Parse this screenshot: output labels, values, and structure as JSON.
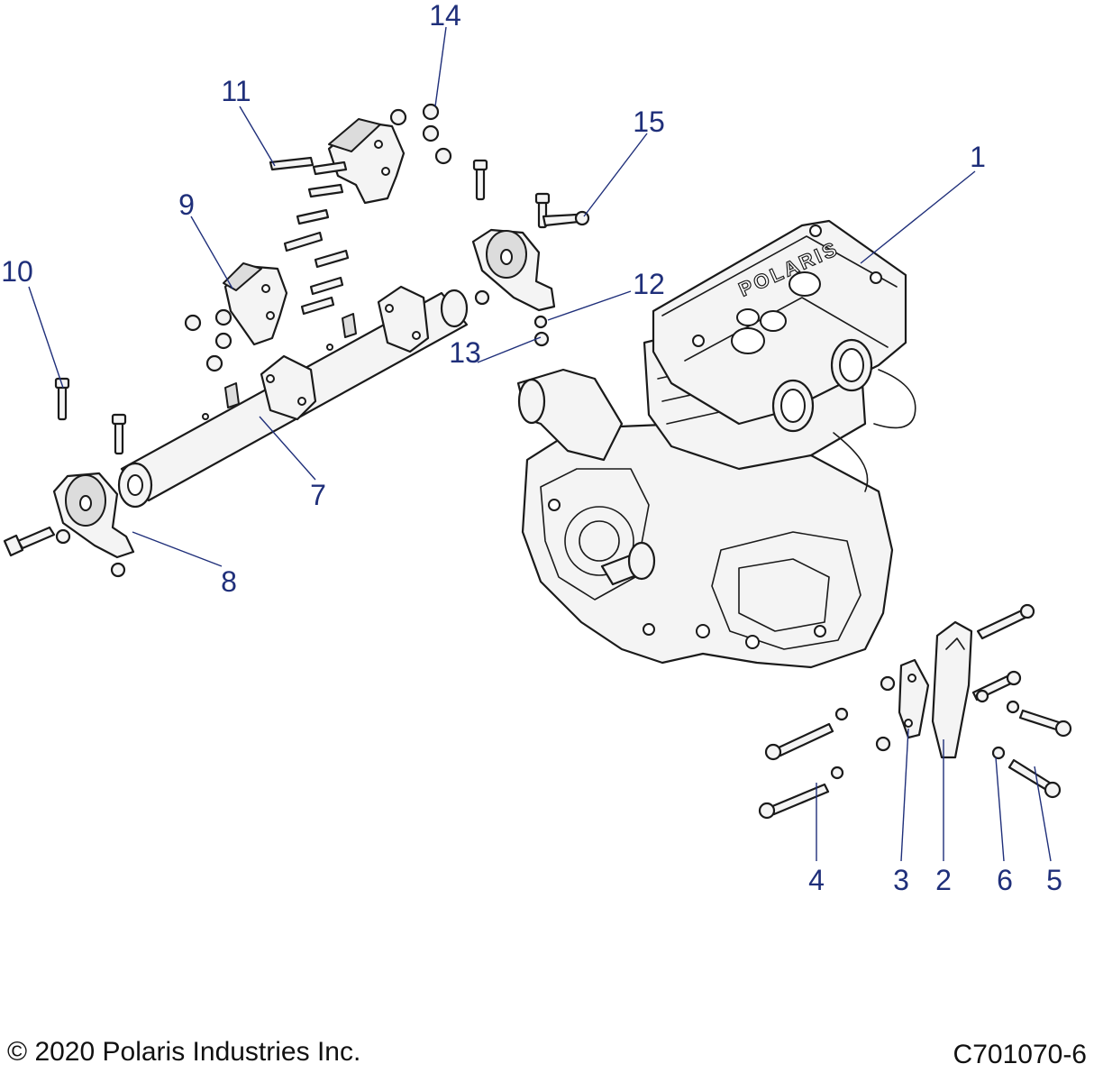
{
  "callouts": [
    "1",
    "2",
    "3",
    "4",
    "5",
    "6",
    "7",
    "8",
    "9",
    "10",
    "11",
    "12",
    "13",
    "14",
    "15"
  ],
  "brand_text": "POLARIS",
  "footer": {
    "copyright": "© 2020 Polaris Industries Inc.",
    "drawing_id": "C701070-6"
  },
  "colors": {
    "callout": "#1f2f7a",
    "line": "#1a1a1a",
    "background": "#ffffff"
  }
}
